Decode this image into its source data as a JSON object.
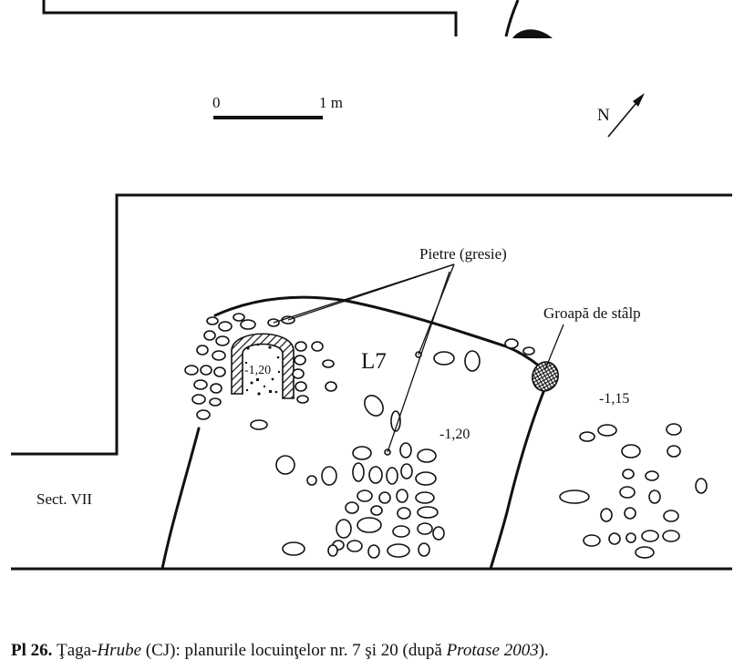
{
  "scale_bar": {
    "start_label": "0",
    "end_label": "1 m"
  },
  "north_label": "N",
  "labels": {
    "stones": "Pietre (gresie)",
    "post_hole": "Groapă de stâlp",
    "dwelling": "L7",
    "depth_hearth": "-1,20",
    "depth_center": "-1,20",
    "depth_right": "-1,15",
    "section": "Sect. VII"
  },
  "caption": {
    "plate": "Pl 26.",
    "site_a": "Ţaga-",
    "site_b": "Hrube",
    "mid": " (CJ): planurile locuinţelor nr. 7 şi 20 (după ",
    "ref": "Protase 2003",
    "end": ")."
  },
  "colors": {
    "ink": "#111111",
    "background": "#ffffff"
  }
}
